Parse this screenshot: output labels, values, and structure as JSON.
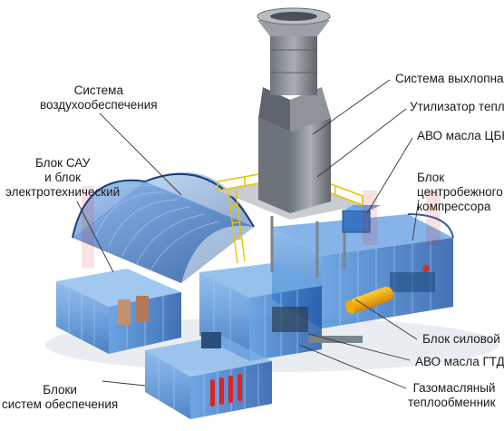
{
  "labels": {
    "air_supply": [
      "Система",
      "воздухообеспечения"
    ],
    "sau_block": [
      "Блок САУ",
      "и блок",
      "электротехнический"
    ],
    "support_blocks": [
      "Блоки",
      "систем обеспечения"
    ],
    "exhaust": "Система выхлопная",
    "heat_recovery": "Утилизатор тепла",
    "avo_cbk": "АВО масла ЦБК",
    "compressor_block": [
      "Блок",
      "центробежного",
      "компрессора"
    ],
    "power_block": "Блок силовой",
    "avo_gtd": "АВО масла ГТД",
    "gas_oil_exchanger": [
      "Газомасляный",
      "теплообменник"
    ]
  },
  "colors": {
    "glass": "#3d86d6",
    "steel": "#8c9299",
    "railing": "#e8c400",
    "accent_orange": "#e07010",
    "watermark": "#dc1e1e"
  }
}
